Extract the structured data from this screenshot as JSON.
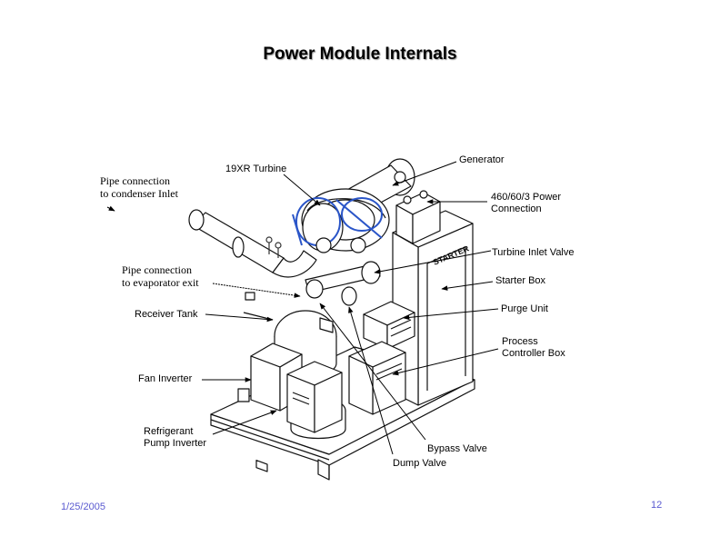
{
  "slide": {
    "title": "Power Module Internals",
    "date": "1/25/2005",
    "page_number": "12"
  },
  "callouts": {
    "generator": "Generator",
    "turbine": "19XR Turbine",
    "pipe_condenser": [
      "Pipe connection",
      "to condenser Inlet"
    ],
    "power_connection": [
      "460/60/3 Power",
      "Connection"
    ],
    "turbine_inlet_valve": "Turbine Inlet Valve",
    "pipe_evaporator": [
      "Pipe connection",
      "to evaporator exit"
    ],
    "starter_box": "Starter Box",
    "receiver_tank": "Receiver Tank",
    "purge_unit": "Purge Unit",
    "process_controller": [
      "Process",
      "Controller Box"
    ],
    "fan_inverter": "Fan Inverter",
    "refrigerant_pump_inverter": [
      "Refrigerant",
      "Pump Inverter"
    ],
    "bypass_valve": "Bypass Valve",
    "dump_valve": "Dump Valve"
  },
  "equipment_markings": {
    "starter_cabinet": "STARTER"
  }
}
